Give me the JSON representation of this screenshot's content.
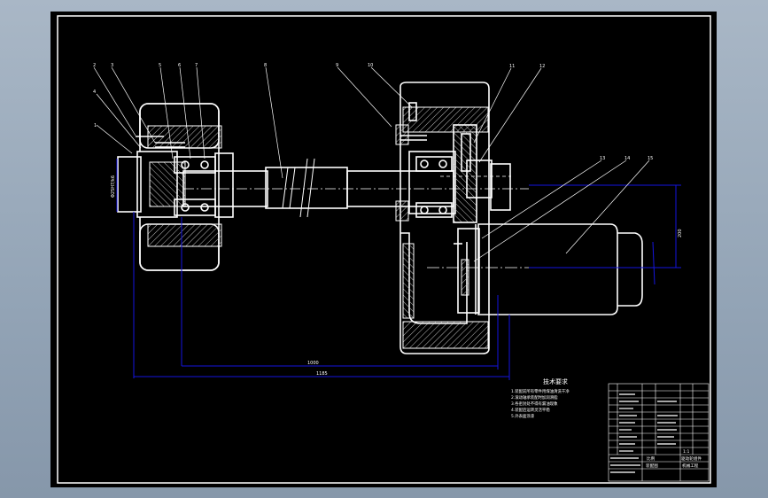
{
  "balloons": [
    "1",
    "2",
    "3",
    "4",
    "5",
    "6",
    "7",
    "8",
    "9",
    "10",
    "11",
    "12",
    "13",
    "14",
    "15"
  ],
  "dimensions": {
    "bore_left": "Φ25H7/k6",
    "motor_height": "200",
    "lower_long": "1185",
    "lower_inner": "1000"
  },
  "notes": {
    "title": "技术要求",
    "items": [
      "1.装配前所有零件用煤油清洗干净",
      "2.滚动轴承装配时加润滑脂",
      "3.各密封处不得有漏油现象",
      "4.装配后运转灵活平稳",
      "5.外表面涂漆"
    ]
  },
  "title_block": {
    "title": "驱动轮组件",
    "scale": "1:1",
    "sheet": "装配图",
    "material": "比例",
    "org": "机械工程"
  },
  "colors": {
    "background": "#000000",
    "lines": "#ffffff",
    "dimension": "#1515e0",
    "hatch": "#bfbfbf",
    "frame_outer": "#93a4b6"
  }
}
